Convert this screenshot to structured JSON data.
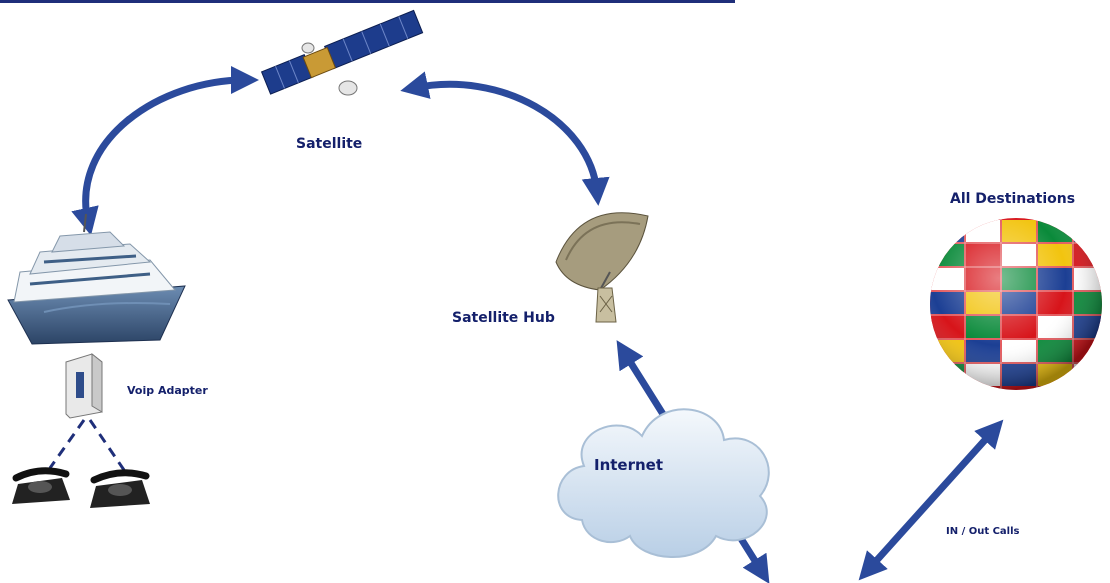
{
  "colors": {
    "arrow": "#2B4A9C",
    "label": "#14206B",
    "top_rule": "#1F2F7A",
    "cloud": "#D6E4F2",
    "ship_hull": "#3E5F86",
    "globe_red": "#D7141A"
  },
  "labels": {
    "satellite": "Satellite",
    "all_destinations": "All Destinations",
    "satellite_hub": "Satellite Hub",
    "voip_adapter": "Voip Adapter",
    "internet": "Internet",
    "in_out_calls": "IN / Out Calls"
  },
  "icons": [
    "satellite-icon",
    "cruise-ship-icon",
    "voip-adapter-icon",
    "telephone-icon",
    "satellite-dish-icon",
    "cloud-icon",
    "flag-globe-icon"
  ]
}
